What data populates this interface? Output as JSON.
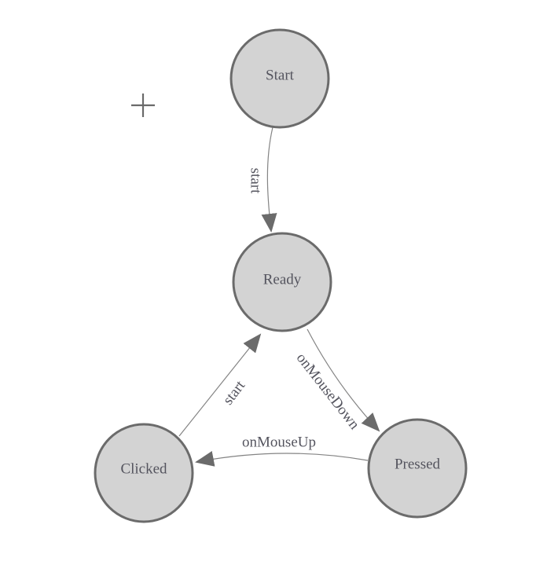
{
  "colors": {
    "background": "#ffffff",
    "node_fill": "#d3d3d3",
    "node_stroke": "#6b6b6b",
    "edge_stroke": "#848484",
    "arrow_fill": "#6b6b6b",
    "label_text": "#54545e",
    "crosshair": "#6a6a6a"
  },
  "nodes": [
    {
      "label": "Start"
    },
    {
      "label": "Ready"
    },
    {
      "label": "Clicked"
    },
    {
      "label": "Pressed"
    }
  ],
  "edges": [
    {
      "from": "Start",
      "to": "Ready",
      "label": "start"
    },
    {
      "from": "Ready",
      "to": "Pressed",
      "label": "onMouseDown"
    },
    {
      "from": "Pressed",
      "to": "Clicked",
      "label": "onMouseUp"
    },
    {
      "from": "Clicked",
      "to": "Ready",
      "label": "start"
    }
  ],
  "overlay": {
    "crosshair_icon": "plus-crosshair"
  }
}
